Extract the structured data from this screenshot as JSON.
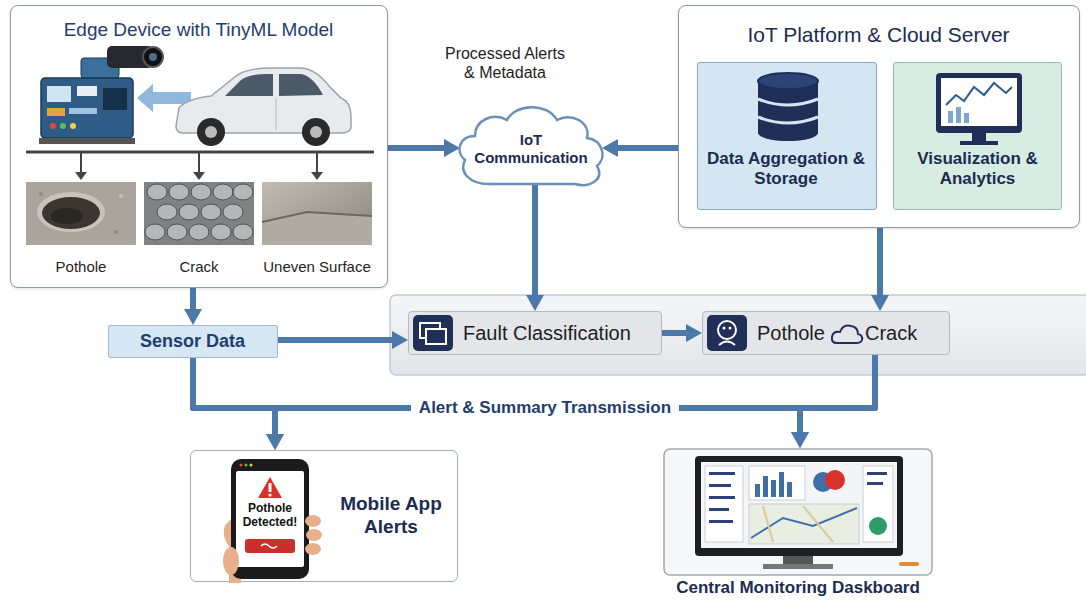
{
  "diagram": {
    "nodes": [
      {
        "text": [
          "Edge Device with TinyML Model"
        ]
      },
      {
        "text": [
          "Pothole"
        ],
        "in": 0
      },
      {
        "text": [
          "Crack"
        ],
        "in": 0
      },
      {
        "text": [
          "Uneven Surface"
        ],
        "in": 0
      },
      {
        "text": [
          "IoT Communication"
        ]
      },
      {
        "text": [
          "IoT Platform & Cloud Server"
        ]
      },
      {
        "text": [
          "Data Aggregation & Storage"
        ],
        "in": 5
      },
      {
        "text": [
          "Visualization & Analytics"
        ],
        "in": 5
      },
      {
        "text": [
          "Sensor Data"
        ]
      },
      {
        "text": [
          "Fault Classification"
        ]
      },
      {
        "text": [
          "Pothole",
          "Crack"
        ]
      },
      {
        "text": [
          "Pothole Detected!",
          "Mobile App Alerts"
        ]
      },
      {
        "text": [
          "Central Monitoring Daskboard"
        ]
      }
    ],
    "edges": [
      {
        "from": 0,
        "to": 4,
        "arrow": "to"
      },
      {
        "from": 5,
        "to": 4,
        "arrow": "to"
      },
      {
        "from": 4,
        "to": 9,
        "arrow": "to"
      },
      {
        "from": 5,
        "to": 10,
        "arrow": "to"
      },
      {
        "from": 0,
        "to": 8,
        "arrow": "to"
      },
      {
        "from": 8,
        "to": 9,
        "arrow": "to"
      },
      {
        "from": 9,
        "to": 10,
        "arrow": "to"
      },
      {
        "from": 8,
        "to": 11,
        "arrow": "to"
      },
      {
        "from": 8,
        "to": 12,
        "arrow": "to"
      },
      {
        "from": 10,
        "to": 11,
        "arrow": "to"
      },
      {
        "from": 10,
        "to": 12,
        "arrow": "to"
      }
    ],
    "labels": [
      "Processed Alerts & Metadata",
      "Alert & Summary Transmission"
    ]
  }
}
